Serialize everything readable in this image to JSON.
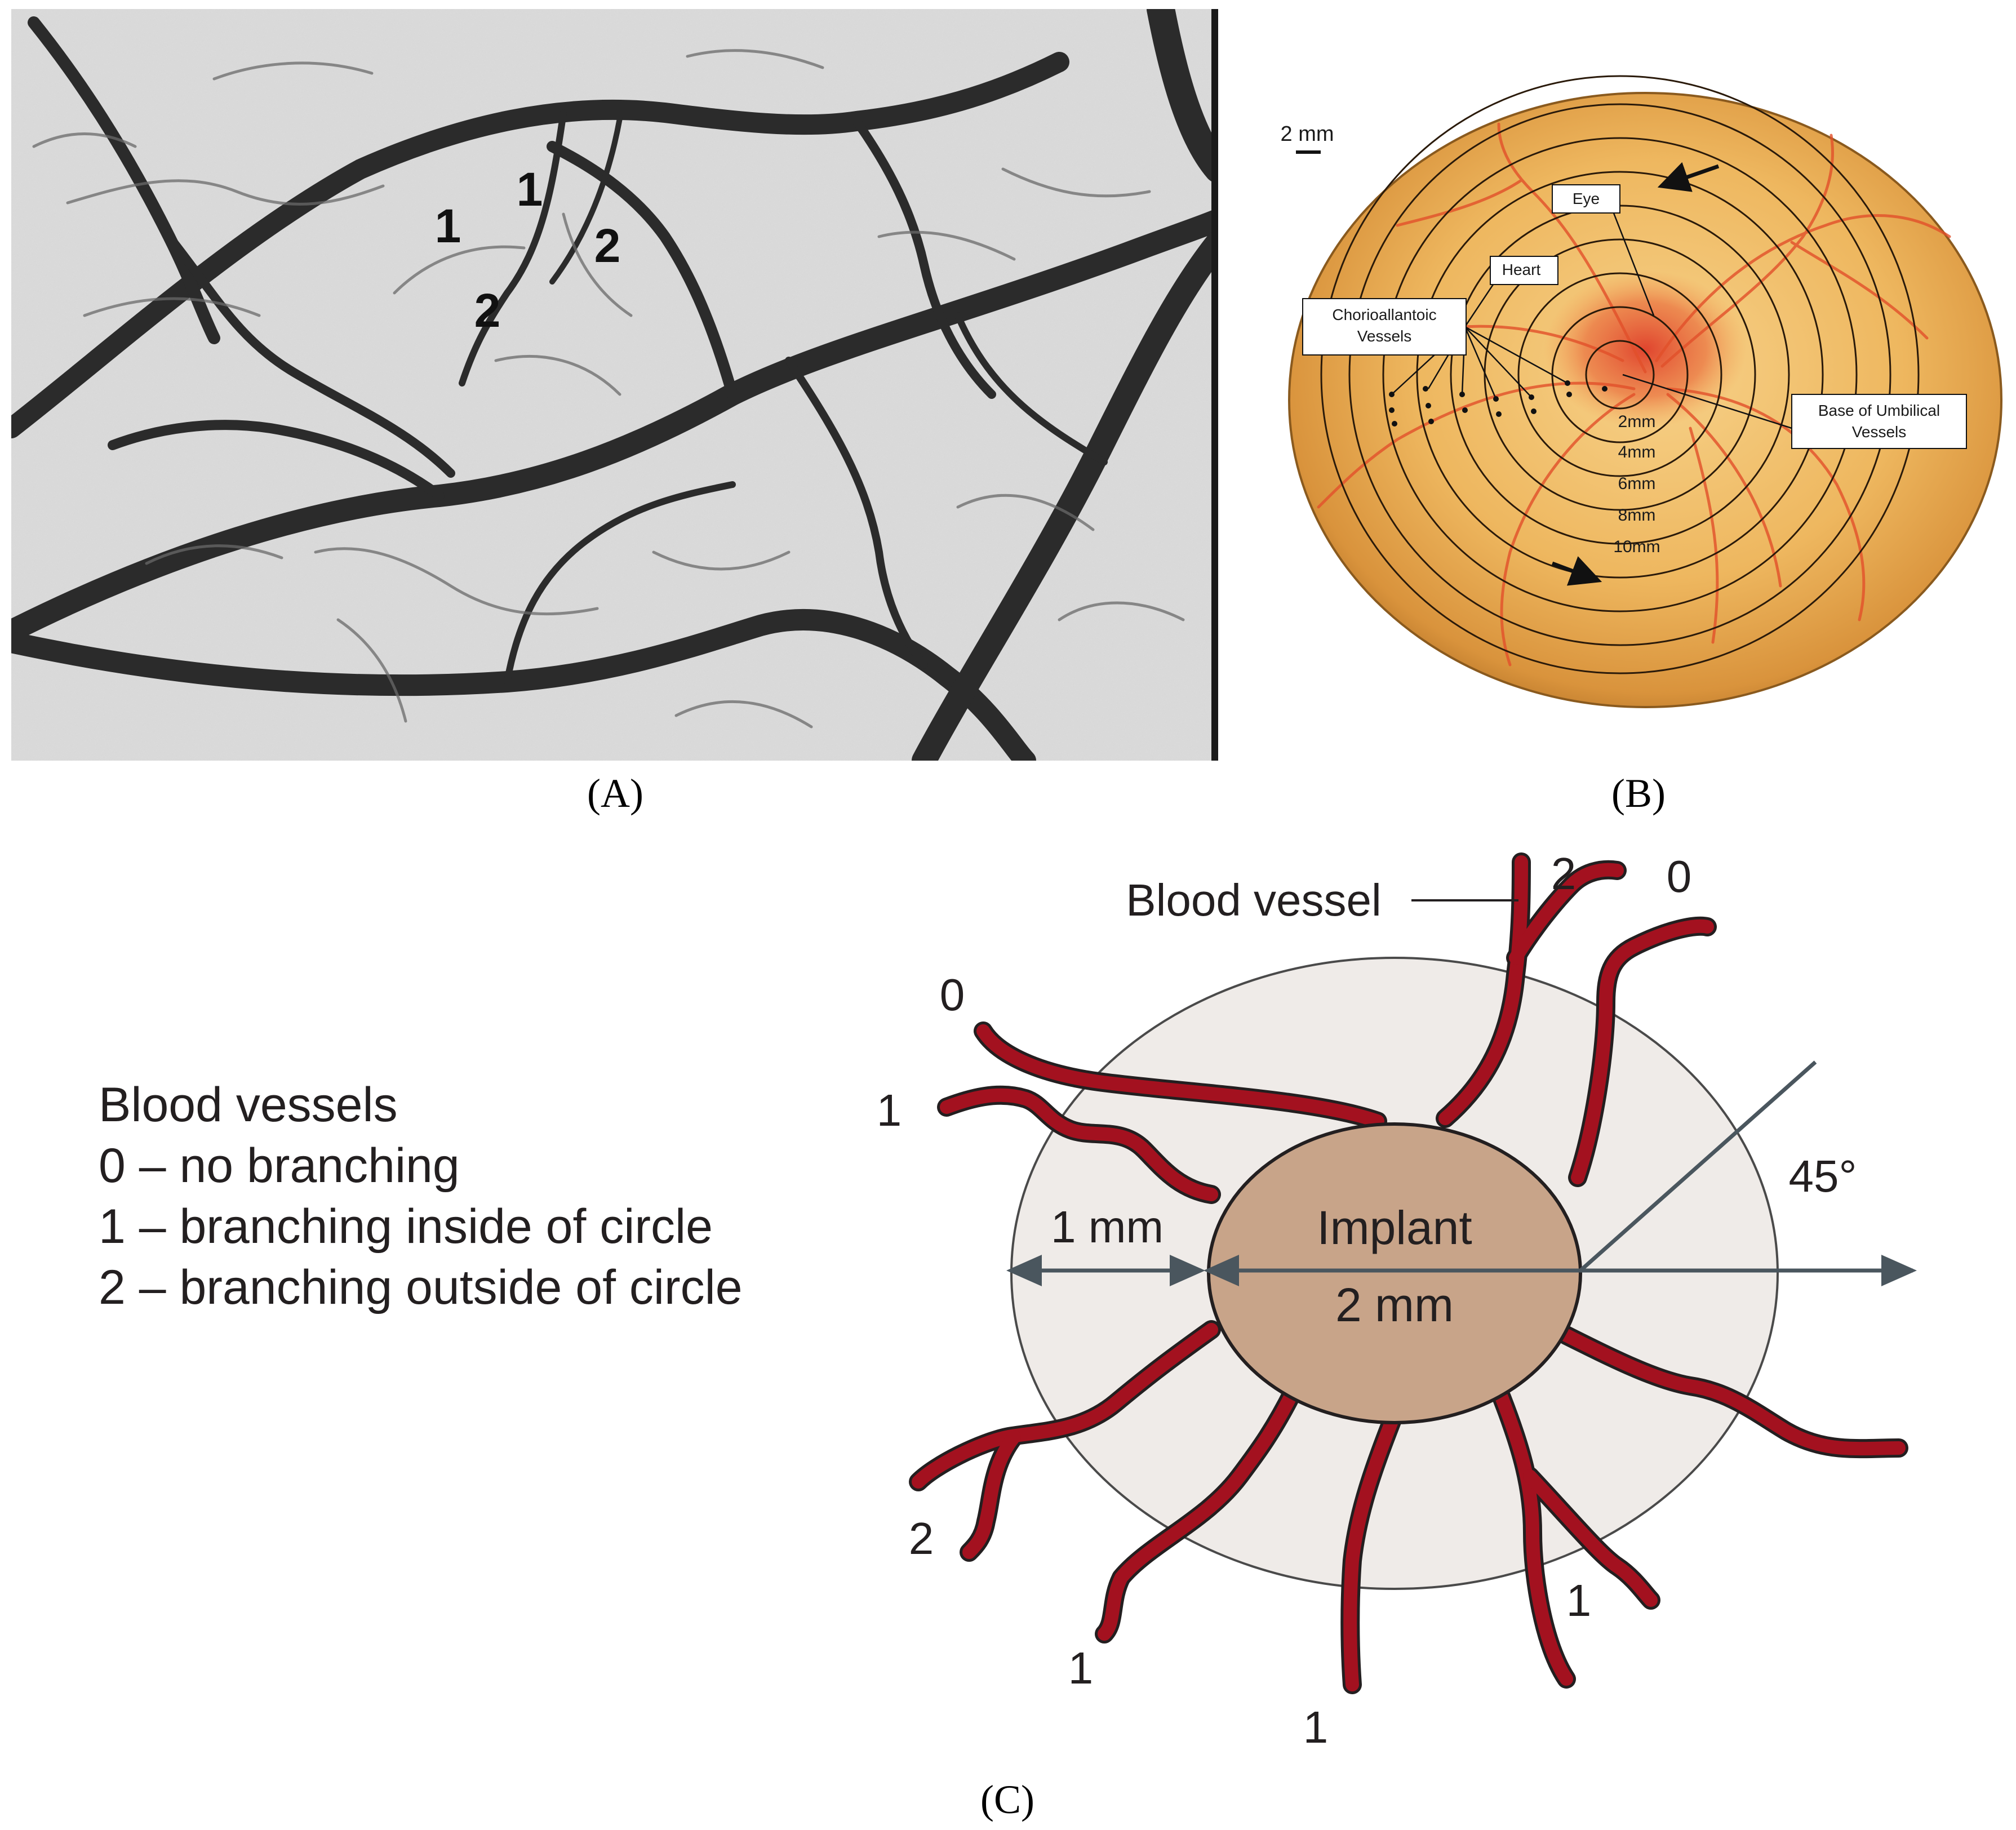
{
  "captions": {
    "a": "(A)",
    "b": "(B)",
    "c": "(C)"
  },
  "panel_a": {
    "markers": [
      "1",
      "1",
      "2",
      "2"
    ]
  },
  "panel_b": {
    "scale_bar": "2 mm",
    "labels": {
      "eye": "Eye",
      "heart": "Heart",
      "chorioallantoic_line1": "Chorioallantoic",
      "chorioallantoic_line2": "Vessels",
      "umbilical_line1": "Base of Umbilical",
      "umbilical_line2": "Vessels"
    },
    "ring_labels": [
      "2mm",
      "4mm",
      "6mm",
      "8mm",
      "10mm"
    ]
  },
  "panel_c": {
    "legend": {
      "title": "Blood vessels",
      "items": [
        "0 – no branching",
        "1 – branching inside of circle",
        "2 – branching outside of circle"
      ]
    },
    "callout": "Blood vessel",
    "implant_label": "Implant",
    "implant_size": "2 mm",
    "ring_width": "1 mm",
    "angle": "45°",
    "scores": [
      "2",
      "0",
      "0",
      "1",
      "2",
      "1",
      "1",
      "1"
    ]
  },
  "colors": {
    "vessel_red": "#a3111f",
    "implant_tan": "#c8a489",
    "halo": "#efebe8",
    "arrow_grey": "#4a565e",
    "egg_orange": "#e8a546"
  }
}
